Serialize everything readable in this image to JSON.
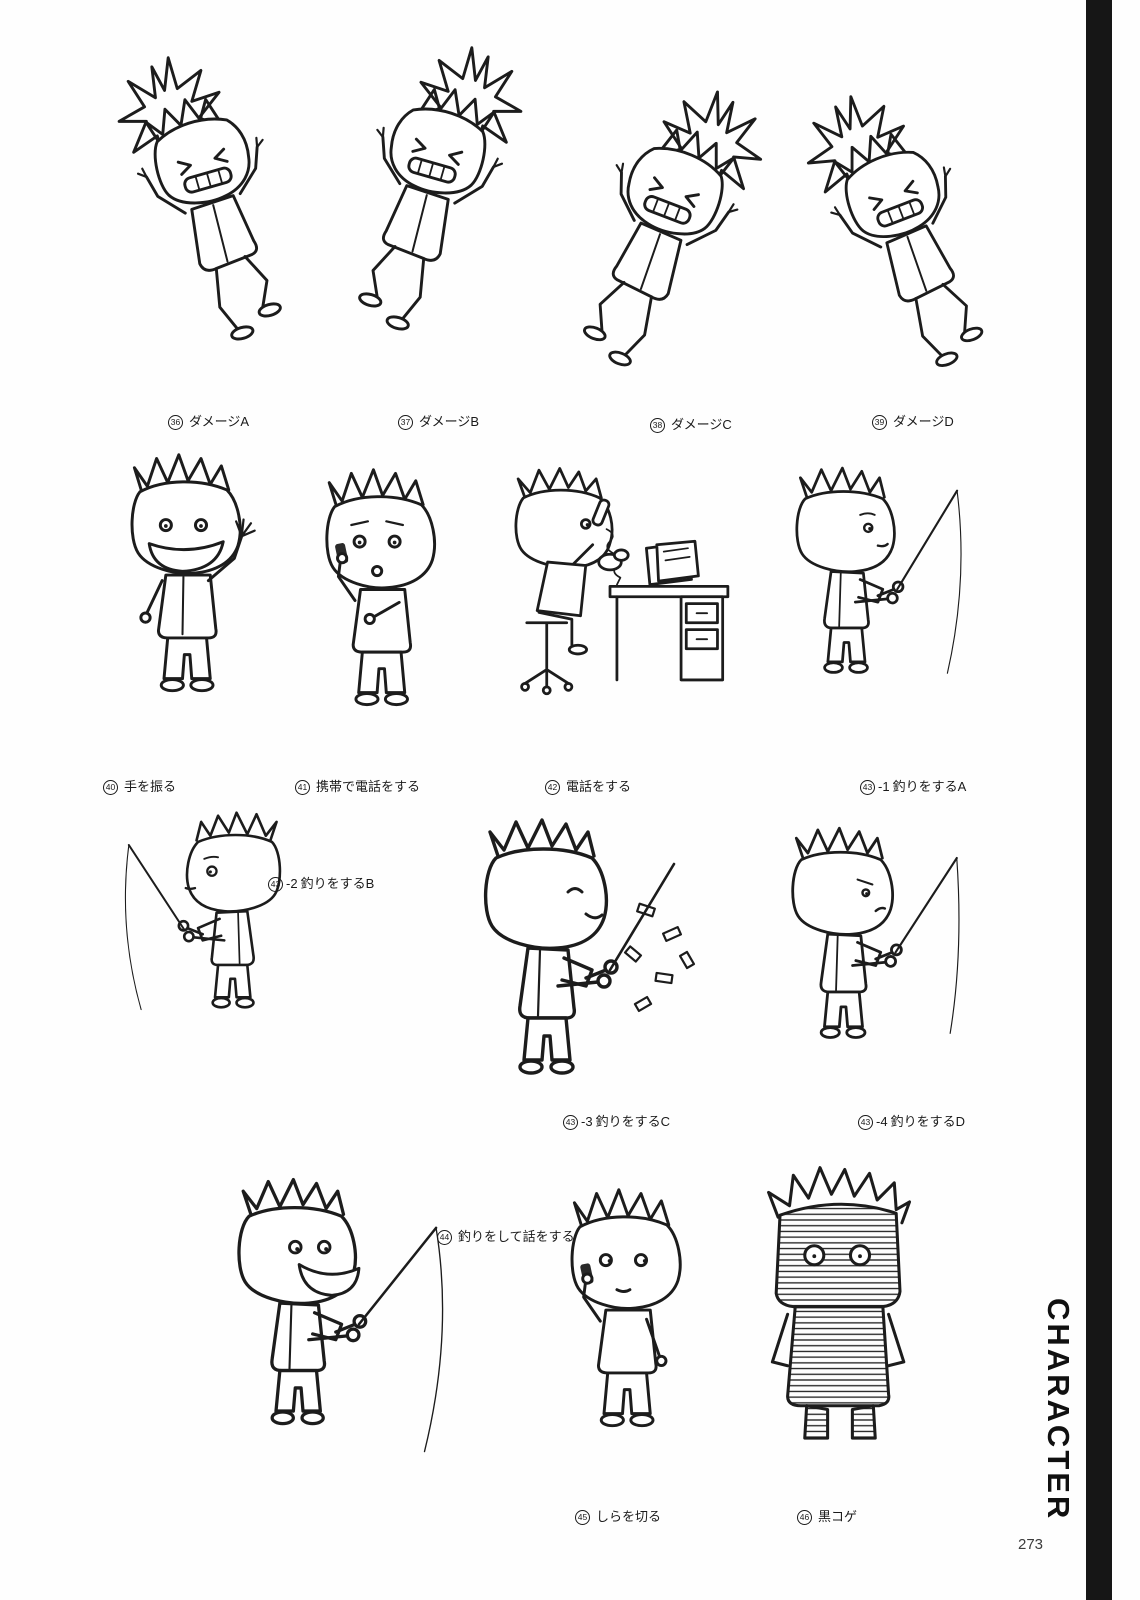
{
  "page": {
    "number": "273",
    "side_label": "CHARACTER",
    "ink_color": "#1c1c1c"
  },
  "figures": [
    {
      "num": "36",
      "suffix": "",
      "label": "ダメージA"
    },
    {
      "num": "37",
      "suffix": "",
      "label": "ダメージB"
    },
    {
      "num": "38",
      "suffix": "",
      "label": "ダメージC"
    },
    {
      "num": "39",
      "suffix": "",
      "label": "ダメージD"
    },
    {
      "num": "40",
      "suffix": "",
      "label": "手を振る"
    },
    {
      "num": "41",
      "suffix": "",
      "label": "携帯で電話をする"
    },
    {
      "num": "42",
      "suffix": "",
      "label": "電話をする"
    },
    {
      "num": "43",
      "suffix": "-1",
      "label": "釣りをするA"
    },
    {
      "num": "43",
      "suffix": "-2",
      "label": "釣りをするB"
    },
    {
      "num": "43",
      "suffix": "-3",
      "label": "釣りをするC"
    },
    {
      "num": "43",
      "suffix": "-4",
      "label": "釣りをするD"
    },
    {
      "num": "44",
      "suffix": "",
      "label": "釣りをして話をする"
    },
    {
      "num": "45",
      "suffix": "",
      "label": "しらを切る"
    },
    {
      "num": "46",
      "suffix": "",
      "label": "黒コゲ"
    }
  ]
}
